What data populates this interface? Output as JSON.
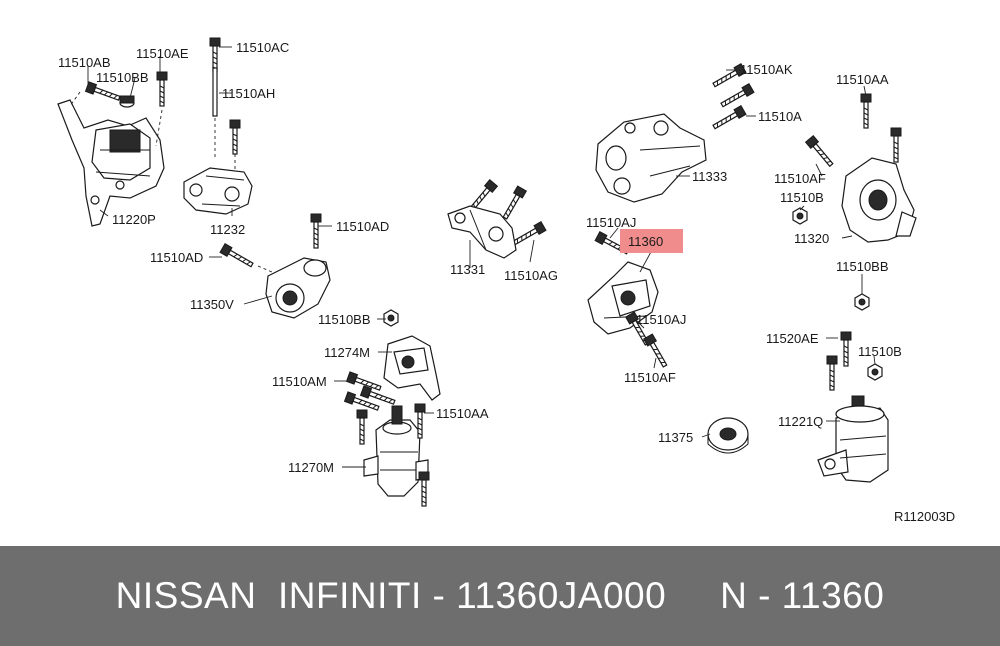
{
  "diagram": {
    "labels": {
      "l_11510AB": "11510AB",
      "l_11510AE": "11510AE",
      "l_11510BB_a": "11510BB",
      "l_11510AC": "11510AC",
      "l_11510AH": "11510AH",
      "l_11220P": "11220P",
      "l_11232": "11232",
      "l_11510AD_a": "11510AD",
      "l_11510AD_b": "11510AD",
      "l_11350V": "11350V",
      "l_11510BB_b": "11510BB",
      "l_11274M": "11274M",
      "l_11510AM": "11510AM",
      "l_11510AA_a": "11510AA",
      "l_11270M": "11270M",
      "l_11331": "11331",
      "l_11510AG": "11510AG",
      "l_11510AK": "11510AK",
      "l_11510A": "11510A",
      "l_11333": "11333",
      "l_11510AJ_a": "11510AJ",
      "l_11360": "11360",
      "l_11510AJ_b": "11510AJ",
      "l_11510AF_a": "11510AF",
      "l_11510AA_b": "11510AA",
      "l_11510AF_b": "11510AF",
      "l_11510B_a": "11510B",
      "l_11320": "11320",
      "l_11510BB_c": "11510BB",
      "l_11520AE": "11520AE",
      "l_11510B_b": "11510B",
      "l_11375": "11375",
      "l_11221Q": "11221Q",
      "l_ref": "R112003D"
    },
    "highlight_color": "#f08c8c"
  },
  "footer": {
    "text": "NISSAN  INFINITI - 11360JA000     N - 11360",
    "background": "#6e6e6e",
    "color": "#ffffff"
  }
}
